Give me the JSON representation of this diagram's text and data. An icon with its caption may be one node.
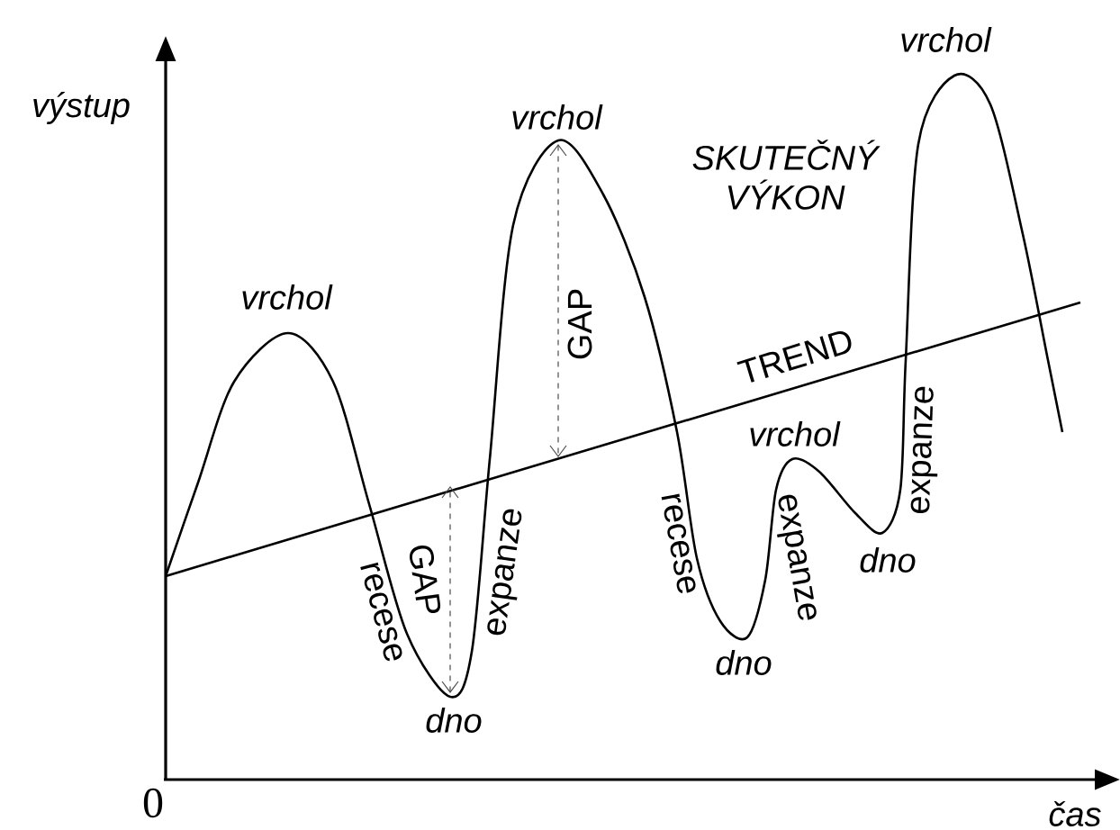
{
  "diagram": {
    "labels": [
      "vrchol",
      "výstup",
      "vrchol",
      "SKUTEČNÝ VÝKON",
      "vrchol",
      "GAP",
      "TREND",
      "vrchol",
      "expanze",
      "recese",
      "expanze",
      "dno",
      "expanze",
      "GAP",
      "recese",
      "dno",
      "dno",
      "0",
      "čas"
    ]
  }
}
